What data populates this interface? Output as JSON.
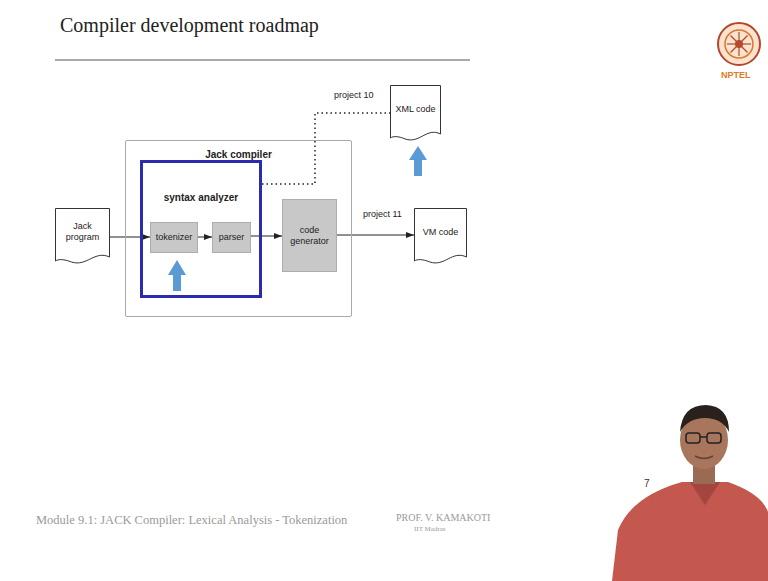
{
  "diagram": {
    "title": "Compiler development roadmap",
    "nodes": [
      {
        "text": [
          "Jack program"
        ]
      },
      {
        "text": [
          "Jack compiler"
        ]
      },
      {
        "text": [
          "syntax analyzer"
        ],
        "in": 1
      },
      {
        "text": [
          "tokenizer"
        ],
        "in": 2
      },
      {
        "text": [
          "parser"
        ],
        "in": 2
      },
      {
        "text": [
          "code generator"
        ],
        "in": 1
      },
      {
        "text": [
          "XML code"
        ]
      },
      {
        "text": [
          "VM code"
        ]
      }
    ],
    "edges": [
      {
        "from": 0,
        "to": 3,
        "arrow": "to"
      },
      {
        "from": 3,
        "to": 4,
        "arrow": "to"
      },
      {
        "from": 4,
        "to": 5,
        "arrow": "to"
      },
      {
        "from": 5,
        "to": 7,
        "arrow": "to",
        "label": "project 11"
      },
      {
        "from": 2,
        "to": 6,
        "arrow": "none",
        "label": "project 10"
      }
    ],
    "labels": [
      "NPTEL",
      "7",
      "Module 9.1: JACK Compiler: Lexical Analysis - Tokenization",
      "PROF. V. KAMAKOTI",
      "IIT Madras"
    ]
  }
}
